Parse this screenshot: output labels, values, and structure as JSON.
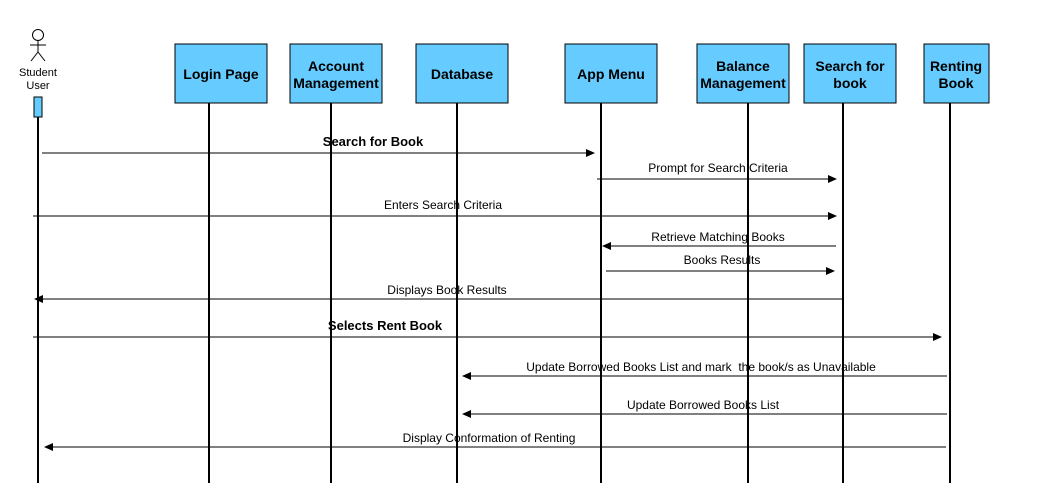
{
  "actor": {
    "line1": "Student",
    "line2": "User"
  },
  "participants": [
    {
      "id": "login",
      "line1": "Login Page",
      "line2": ""
    },
    {
      "id": "account",
      "line1": "Account",
      "line2": "Management"
    },
    {
      "id": "database",
      "line1": "Database",
      "line2": ""
    },
    {
      "id": "appmenu",
      "line1": "App Menu",
      "line2": ""
    },
    {
      "id": "balance",
      "line1": "Balance",
      "line2": "Management"
    },
    {
      "id": "search",
      "line1": "Search for",
      "line2": "book"
    },
    {
      "id": "renting",
      "line1": "Renting",
      "line2": "Book"
    }
  ],
  "messages": [
    {
      "from": "user",
      "to": "appmenu",
      "label": "Search for Book",
      "bold": true
    },
    {
      "from": "appmenu",
      "to": "search",
      "label": "Prompt for Search Criteria",
      "bold": false
    },
    {
      "from": "user",
      "to": "search",
      "label": "Enters Search Criteria",
      "bold": false
    },
    {
      "from": "search",
      "to": "appmenu",
      "label": "Retrieve Matching Books",
      "bold": false
    },
    {
      "from": "appmenu",
      "to": "search",
      "label": "Books Results",
      "bold": false
    },
    {
      "from": "search",
      "to": "user",
      "label": "Displays Book Results",
      "bold": false
    },
    {
      "from": "user",
      "to": "renting",
      "label": "Selects Rent Book",
      "bold": true
    },
    {
      "from": "renting",
      "to": "database",
      "label": "Update Borrowed Books List and mark  the book/s as Unavailable",
      "bold": false
    },
    {
      "from": "renting",
      "to": "database",
      "label": "Update Borrowed Books List",
      "bold": false
    },
    {
      "from": "renting",
      "to": "user",
      "label": "Display Conformation of Renting",
      "bold": false
    }
  ]
}
